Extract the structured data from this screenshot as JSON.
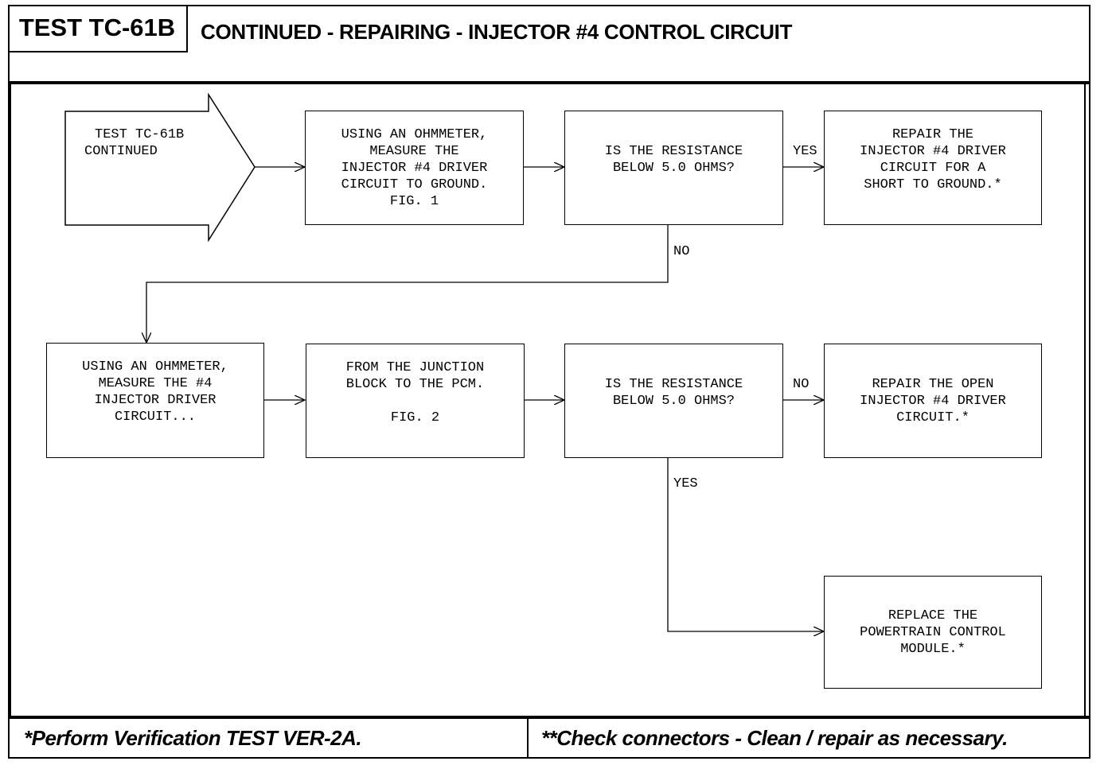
{
  "header": {
    "test_id": "TEST TC-61B",
    "title": "CONTINUED - REPAIRING - INJECTOR #4 CONTROL CIRCUIT"
  },
  "start": {
    "line1": "TEST TC-61B",
    "line2": "CONTINUED"
  },
  "boxes": {
    "measure_ground": "USING AN OHMMETER,\nMEASURE THE\nINJECTOR #4 DRIVER\nCIRCUIT TO GROUND.\nFIG. 1",
    "q1": "IS THE RESISTANCE\nBELOW 5.0 OHMS?",
    "repair_short": "REPAIR THE\nINJECTOR #4 DRIVER\nCIRCUIT FOR A\nSHORT TO GROUND.*",
    "measure_circuit": "USING AN OHMMETER,\nMEASURE THE #4\nINJECTOR DRIVER\nCIRCUIT...",
    "junction": "FROM THE JUNCTION\nBLOCK TO THE PCM.\n\nFIG. 2",
    "q2": "IS THE RESISTANCE\nBELOW 5.0 OHMS?",
    "repair_open": "REPAIR THE OPEN\nINJECTOR #4 DRIVER\nCIRCUIT.*",
    "replace_pcm": "REPLACE THE\nPOWERTRAIN CONTROL\nMODULE.*"
  },
  "labels": {
    "yes1": "YES",
    "no1": "NO",
    "no2": "NO",
    "yes2": "YES"
  },
  "footer": {
    "left": "*Perform Verification TEST VER-2A.",
    "right": "**Check connectors - Clean / repair as necessary."
  }
}
